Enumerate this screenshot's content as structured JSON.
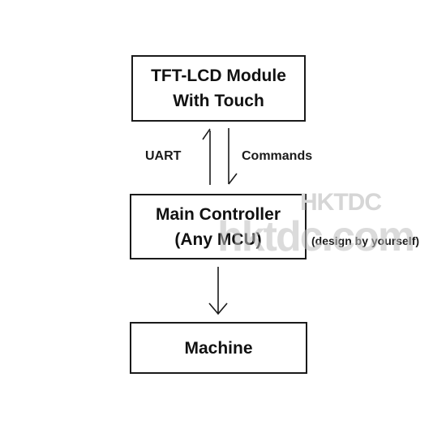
{
  "diagram": {
    "nodes": [
      {
        "id": "tft",
        "lines": [
          "TFT-LCD Module",
          "With Touch"
        ]
      },
      {
        "id": "mcu",
        "lines": [
          "Main Controller",
          "(Any MCU)"
        ]
      },
      {
        "id": "machine",
        "lines": [
          "Machine"
        ]
      }
    ],
    "edge_labels": {
      "uart": "UART",
      "commands": "Commands",
      "design": "(design by yourself)"
    },
    "edges": [
      {
        "from": "mcu",
        "to": "tft",
        "label": "UART"
      },
      {
        "from": "tft",
        "to": "mcu",
        "label": "Commands"
      },
      {
        "from": "mcu",
        "to": "machine",
        "label": ""
      }
    ]
  },
  "watermark": {
    "brand": "HKTDC",
    "domain": "hktdc.com"
  }
}
